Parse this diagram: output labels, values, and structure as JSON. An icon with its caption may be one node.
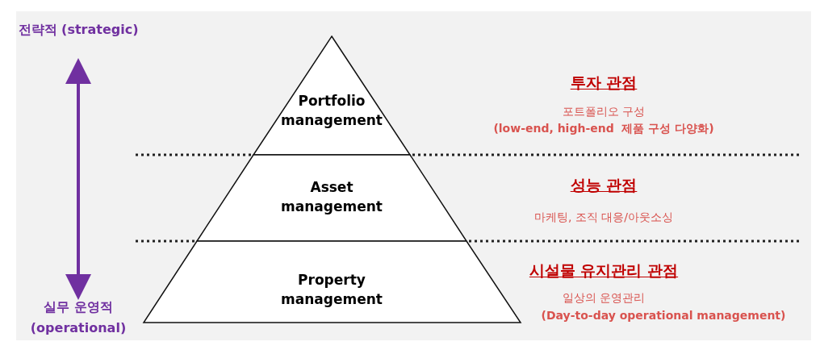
{
  "diagram": {
    "nodes": [
      {
        "text": [
          "전략적 (strategic)"
        ]
      },
      {
        "text": [
          "실무 운영적 (operational)"
        ]
      },
      {
        "text": [
          "Portfolio management"
        ]
      },
      {
        "text": [
          "Asset management"
        ]
      },
      {
        "text": [
          "Property management"
        ]
      }
    ],
    "edges": [
      {
        "from": 0,
        "to": 1,
        "arrow": "both",
        "color": "#7030a0"
      }
    ],
    "labels": [
      "투자 관점",
      "포트폴리오 구성",
      "(low-end, high-end  제품 구성 다양화)",
      "성능 관점",
      "마케팅, 조직 대응/아웃소싱",
      "시설물 유지관리 관점",
      "일상의 운영관리",
      "(Day-to-day operational management)"
    ]
  }
}
